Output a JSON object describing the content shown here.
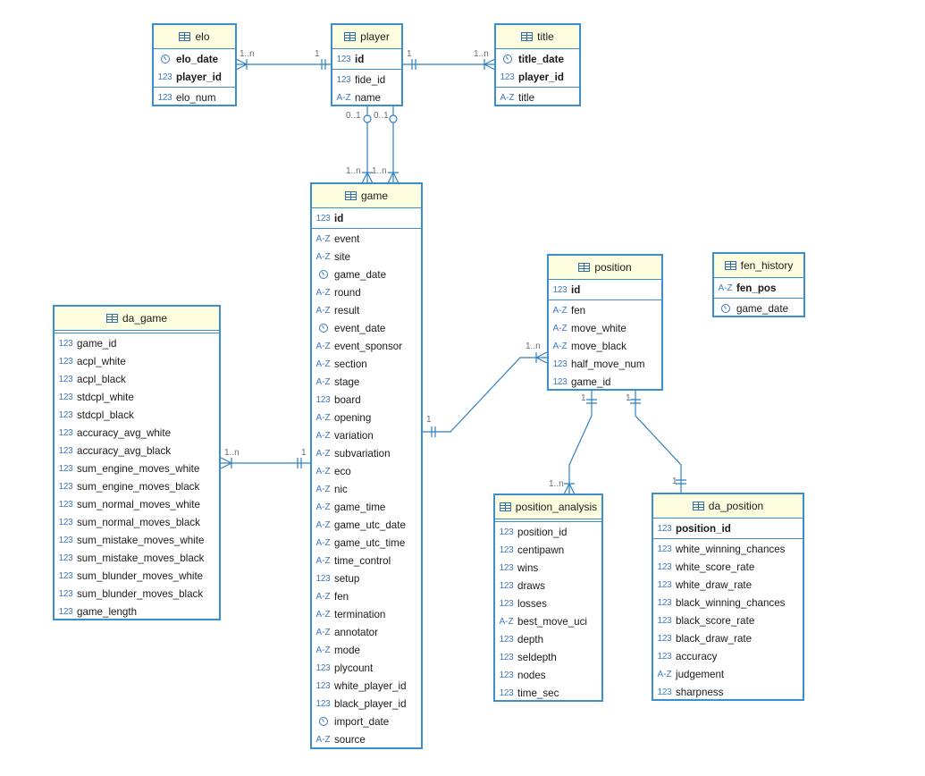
{
  "entities": {
    "elo": {
      "title": "elo",
      "sections": [
        [
          {
            "type": "date",
            "name": "elo_date",
            "bold": true
          },
          {
            "type": "num",
            "name": "player_id",
            "bold": true
          }
        ],
        [
          {
            "type": "num",
            "name": "elo_num",
            "bold": false
          }
        ]
      ]
    },
    "player": {
      "title": "player",
      "sections": [
        [
          {
            "type": "num",
            "name": "id",
            "bold": true
          }
        ],
        [
          {
            "type": "num",
            "name": "fide_id",
            "bold": false
          },
          {
            "type": "text",
            "name": "name",
            "bold": false
          }
        ]
      ]
    },
    "title": {
      "title": "title",
      "sections": [
        [
          {
            "type": "date",
            "name": "title_date",
            "bold": true
          },
          {
            "type": "num",
            "name": "player_id",
            "bold": true
          }
        ],
        [
          {
            "type": "text",
            "name": "title",
            "bold": false
          }
        ]
      ]
    },
    "game": {
      "title": "game",
      "sections": [
        [
          {
            "type": "num",
            "name": "id",
            "bold": true
          }
        ],
        [
          {
            "type": "text",
            "name": "event",
            "bold": false
          },
          {
            "type": "text",
            "name": "site",
            "bold": false
          },
          {
            "type": "date",
            "name": "game_date",
            "bold": false
          },
          {
            "type": "text",
            "name": "round",
            "bold": false
          },
          {
            "type": "text",
            "name": "result",
            "bold": false
          },
          {
            "type": "date",
            "name": "event_date",
            "bold": false
          },
          {
            "type": "text",
            "name": "event_sponsor",
            "bold": false
          },
          {
            "type": "text",
            "name": "section",
            "bold": false
          },
          {
            "type": "text",
            "name": "stage",
            "bold": false
          },
          {
            "type": "num",
            "name": "board",
            "bold": false
          },
          {
            "type": "text",
            "name": "opening",
            "bold": false
          },
          {
            "type": "text",
            "name": "variation",
            "bold": false
          },
          {
            "type": "text",
            "name": "subvariation",
            "bold": false
          },
          {
            "type": "text",
            "name": "eco",
            "bold": false
          },
          {
            "type": "text",
            "name": "nic",
            "bold": false
          },
          {
            "type": "text",
            "name": "game_time",
            "bold": false
          },
          {
            "type": "text",
            "name": "game_utc_date",
            "bold": false
          },
          {
            "type": "text",
            "name": "game_utc_time",
            "bold": false
          },
          {
            "type": "text",
            "name": "time_control",
            "bold": false
          },
          {
            "type": "num",
            "name": "setup",
            "bold": false
          },
          {
            "type": "text",
            "name": "fen",
            "bold": false
          },
          {
            "type": "text",
            "name": "termination",
            "bold": false
          },
          {
            "type": "text",
            "name": "annotator",
            "bold": false
          },
          {
            "type": "text",
            "name": "mode",
            "bold": false
          },
          {
            "type": "num",
            "name": "plycount",
            "bold": false
          },
          {
            "type": "num",
            "name": "white_player_id",
            "bold": false
          },
          {
            "type": "num",
            "name": "black_player_id",
            "bold": false
          },
          {
            "type": "date",
            "name": "import_date",
            "bold": false
          },
          {
            "type": "text",
            "name": "source",
            "bold": false
          }
        ]
      ]
    },
    "position": {
      "title": "position",
      "sections": [
        [
          {
            "type": "num",
            "name": "id",
            "bold": true
          }
        ],
        [
          {
            "type": "text",
            "name": "fen",
            "bold": false
          },
          {
            "type": "text",
            "name": "move_white",
            "bold": false
          },
          {
            "type": "text",
            "name": "move_black",
            "bold": false
          },
          {
            "type": "num",
            "name": "half_move_num",
            "bold": false
          },
          {
            "type": "num",
            "name": "game_id",
            "bold": false
          }
        ]
      ]
    },
    "fen_history": {
      "title": "fen_history",
      "sections": [
        [
          {
            "type": "text",
            "name": "fen_pos",
            "bold": true
          }
        ],
        [
          {
            "type": "date",
            "name": "game_date",
            "bold": false
          }
        ]
      ]
    },
    "da_game": {
      "title": "da_game",
      "sections": [
        [],
        [
          {
            "type": "num",
            "name": "game_id",
            "bold": false
          },
          {
            "type": "num",
            "name": "acpl_white",
            "bold": false
          },
          {
            "type": "num",
            "name": "acpl_black",
            "bold": false
          },
          {
            "type": "num",
            "name": "stdcpl_white",
            "bold": false
          },
          {
            "type": "num",
            "name": "stdcpl_black",
            "bold": false
          },
          {
            "type": "num",
            "name": "accuracy_avg_white",
            "bold": false
          },
          {
            "type": "num",
            "name": "accuracy_avg_black",
            "bold": false
          },
          {
            "type": "num",
            "name": "sum_engine_moves_white",
            "bold": false
          },
          {
            "type": "num",
            "name": "sum_engine_moves_black",
            "bold": false
          },
          {
            "type": "num",
            "name": "sum_normal_moves_white",
            "bold": false
          },
          {
            "type": "num",
            "name": "sum_normal_moves_black",
            "bold": false
          },
          {
            "type": "num",
            "name": "sum_mistake_moves_white",
            "bold": false
          },
          {
            "type": "num",
            "name": "sum_mistake_moves_black",
            "bold": false
          },
          {
            "type": "num",
            "name": "sum_blunder_moves_white",
            "bold": false
          },
          {
            "type": "num",
            "name": "sum_blunder_moves_black",
            "bold": false
          },
          {
            "type": "num",
            "name": "game_length",
            "bold": false
          }
        ]
      ]
    },
    "position_analysis": {
      "title": "position_analysis",
      "sections": [
        [],
        [
          {
            "type": "num",
            "name": "position_id",
            "bold": false
          },
          {
            "type": "num",
            "name": "centipawn",
            "bold": false
          },
          {
            "type": "num",
            "name": "wins",
            "bold": false
          },
          {
            "type": "num",
            "name": "draws",
            "bold": false
          },
          {
            "type": "num",
            "name": "losses",
            "bold": false
          },
          {
            "type": "text",
            "name": "best_move_uci",
            "bold": false
          },
          {
            "type": "num",
            "name": "depth",
            "bold": false
          },
          {
            "type": "num",
            "name": "seldepth",
            "bold": false
          },
          {
            "type": "num",
            "name": "nodes",
            "bold": false
          },
          {
            "type": "num",
            "name": "time_sec",
            "bold": false
          }
        ]
      ]
    },
    "da_position": {
      "title": "da_position",
      "sections": [
        [
          {
            "type": "num",
            "name": "position_id",
            "bold": true
          }
        ],
        [
          {
            "type": "num",
            "name": "white_winning_chances",
            "bold": false
          },
          {
            "type": "num",
            "name": "white_score_rate",
            "bold": false
          },
          {
            "type": "num",
            "name": "white_draw_rate",
            "bold": false
          },
          {
            "type": "num",
            "name": "black_winning_chances",
            "bold": false
          },
          {
            "type": "num",
            "name": "black_score_rate",
            "bold": false
          },
          {
            "type": "num",
            "name": "black_draw_rate",
            "bold": false
          },
          {
            "type": "num",
            "name": "accuracy",
            "bold": false
          },
          {
            "type": "text",
            "name": "judgement",
            "bold": false
          },
          {
            "type": "num",
            "name": "sharpness",
            "bold": false
          }
        ]
      ]
    }
  },
  "type_icons": {
    "num": "123",
    "text": "A-Z",
    "date": "clock-icon"
  },
  "cardinality_labels": {
    "elo_player_many": "1..n",
    "elo_player_one": "1",
    "player_title_one": "1",
    "player_title_many": "1..n",
    "player_game_white_optional": "0..1",
    "player_game_black_optional": "0..1",
    "player_game_white_many": "1..n",
    "player_game_black_many": "1..n",
    "da_game_many": "1..n",
    "da_game_one": "1",
    "game_position_one": "1",
    "game_position_many": "1..n",
    "position_analysis_one": "1",
    "position_analysis_many": "1..n",
    "position_da_one": "1",
    "position_da_one_end": "1"
  },
  "colors": {
    "border": "#3b8ed0",
    "header_bg": "#fdfde0",
    "line": "#2f7fc1",
    "type_icon": "#3c78bf"
  }
}
